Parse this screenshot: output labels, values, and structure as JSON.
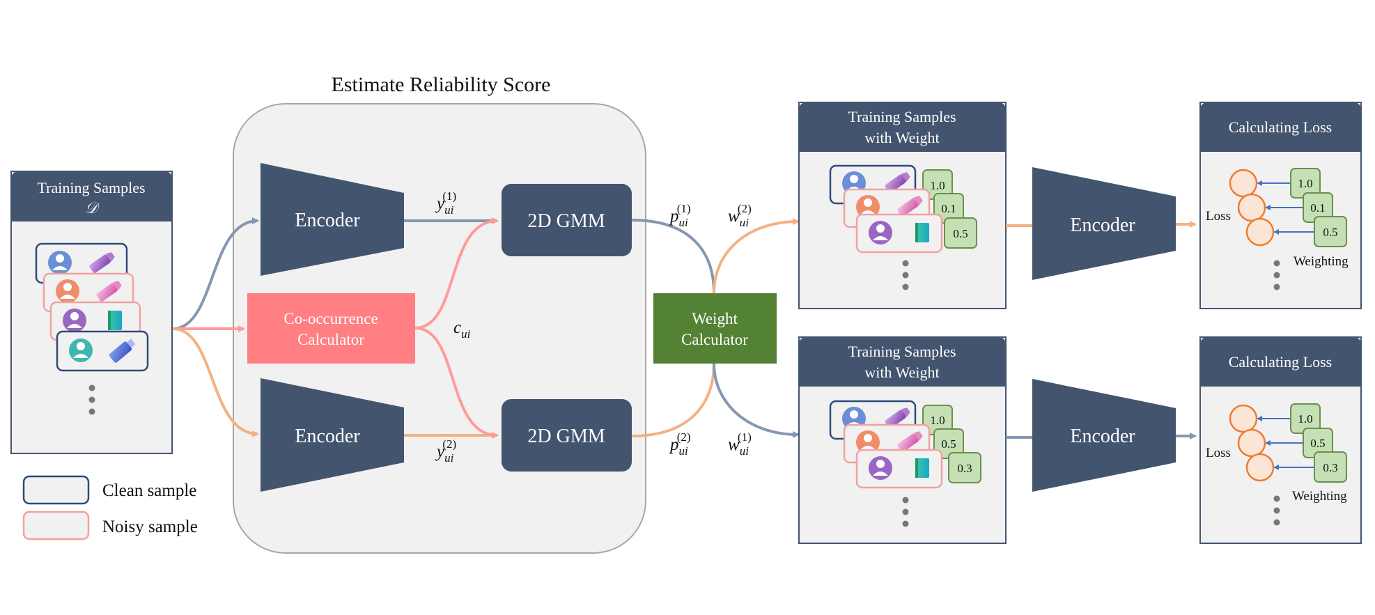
{
  "title": "Estimate Reliability Score",
  "colors": {
    "dark_box": "#43546e",
    "header": "#43546e",
    "panel_bg": "#f1f1f1",
    "clean_border": "#2f4a7a",
    "noisy_border": "#f2a1a1",
    "cooccurrence": "#ff7f82",
    "weight_calc": "#548235",
    "arrow_blue": "#8497b0",
    "arrow_orange": "#f4b183",
    "arrow_pink": "#ff9b9b",
    "weight_tag": "#c5e0b4",
    "loss_circle": "#fbe5d6",
    "loss_circle_border": "#ed7d31"
  },
  "training_samples": {
    "title_line1": "Training Samples",
    "title_line2": "𝒟",
    "samples": [
      {
        "kind": "clean",
        "user_icon": "user-avatar-blue-icon",
        "item_icon": "lipstick-icon"
      },
      {
        "kind": "noisy",
        "user_icon": "user-avatar-orange-icon",
        "item_icon": "lipstick-icon"
      },
      {
        "kind": "noisy",
        "user_icon": "user-avatar-purple-icon",
        "item_icon": "book-icon"
      },
      {
        "kind": "clean",
        "user_icon": "user-avatar-teal-icon",
        "item_icon": "usb-drive-icon"
      }
    ]
  },
  "legend": {
    "clean": "Clean sample",
    "noisy": "Noisy sample"
  },
  "modules": {
    "encoder_top": "Encoder",
    "encoder_bottom": "Encoder",
    "cooccurrence_line1": "Co-occurrence",
    "cooccurrence_line2": "Calculator",
    "gmm_top": "2D GMM",
    "gmm_bottom": "2D GMM",
    "weight_calc_line1": "Weight",
    "weight_calc_line2": "Calculator"
  },
  "math_labels": {
    "y1_base": "y",
    "y1_sub": "ui",
    "y1_sup": "(1)",
    "y2_base": "y",
    "y2_sub": "ui",
    "y2_sup": "(2)",
    "c_base": "c",
    "c_sub": "ui",
    "p1_base": "p",
    "p1_sub": "ui",
    "p1_sup": "(1)",
    "p2_base": "p",
    "p2_sub": "ui",
    "p2_sup": "(2)",
    "w2_base": "w",
    "w2_sub": "ui",
    "w2_sup": "(2)",
    "w1_base": "w",
    "w1_sub": "ui",
    "w1_sup": "(1)"
  },
  "branches": [
    {
      "samples_title_line1": "Training Samples",
      "samples_title_line2": "with Weight",
      "weights": [
        "1.0",
        "0.1",
        "0.5"
      ],
      "encoder": "Encoder",
      "loss_title": "Calculating Loss",
      "loss_label": "Loss",
      "weights_caption": "Weighting",
      "loss_weights": [
        "1.0",
        "0.1",
        "0.5"
      ]
    },
    {
      "samples_title_line1": "Training Samples",
      "samples_title_line2": "with Weight",
      "weights": [
        "1.0",
        "0.5",
        "0.3"
      ],
      "encoder": "Encoder",
      "loss_title": "Calculating Loss",
      "loss_label": "Loss",
      "weights_caption": "Weighting",
      "loss_weights": [
        "1.0",
        "0.5",
        "0.3"
      ]
    }
  ]
}
